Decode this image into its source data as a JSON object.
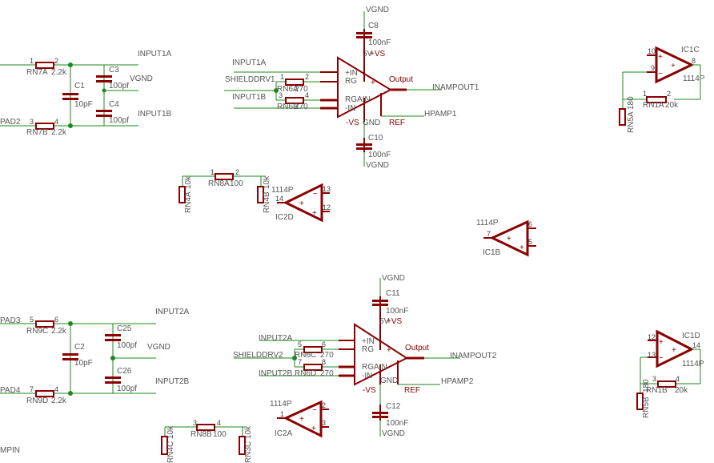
{
  "schematic": {
    "labels": {
      "input1a_left": "INPUT1A",
      "input1b_left": "INPUT1B",
      "vgnd_1": "VGND",
      "pad2": "PAD2",
      "c1": "C1",
      "c1v": "10pF",
      "c3": "C3",
      "c3v": "100pf",
      "c4": "C4",
      "c4v": "100pf",
      "rn7a": "RN7A",
      "rn7av": "2.2k",
      "rn7b": "RN7B",
      "rn7bv": "2.2k",
      "p1": "1",
      "p2": "2",
      "p3": "3",
      "p4": "4",
      "amp1_in1a": "INPUT1A",
      "amp1_shield": "SHIELDDRV1",
      "amp1_in1b": "INPUT1B",
      "rn6a": "RN6A",
      "rn6av": "270",
      "rn6b": "RN6B",
      "rn6bv": "270",
      "c8": "C8",
      "c8v": "100nF",
      "c10": "C10",
      "c10v": "100nF",
      "vgnd_c8": "VGND",
      "vgnd_c10": "VGND",
      "pwr1": "5V",
      "pvs1": "+VS",
      "nvs1": "-VS",
      "gnd1": "GND",
      "pin_in_p": "+IN",
      "pin_rg": "RG",
      "pin_rgain": "RGAIN",
      "pin_in_n": "-IN",
      "output1": "Output",
      "ref1": "REF",
      "inampout1": "INAMPOUT1",
      "hpamp1": "HPAMP1",
      "ic1c": "IC1C",
      "ic1c_part": "1114P",
      "pin10": "10",
      "pin9": "9",
      "pin8": "8",
      "rn1a": "RN1A",
      "rn1av": "20k",
      "rn5a": "RN5A",
      "rn5av": "180",
      "rn8a": "RN8A",
      "rn8av": "100",
      "rn4a": "RN4A",
      "rn4av": "10k",
      "rn4b": "RN4B",
      "rn4bv": "10k",
      "ic2d": "IC2D",
      "ic2d_part": "1114P",
      "pin14": "14",
      "pin13": "13",
      "pin12": "12",
      "ic1b": "IC1B",
      "ic1b_part": "1114P",
      "pin7": "7",
      "pin6": "6",
      "pin5": "5",
      "pad3": "PAD3",
      "pad4": "PAD4",
      "rn9c": "RN9C",
      "rn9cv": "2.2k",
      "rn9d": "RN9D",
      "rn9dv": "2.2k",
      "c2": "C2",
      "c2v": "10pF",
      "c25": "C25",
      "c25v": "100pf",
      "c26": "C26",
      "c26v": "100pf",
      "vgnd_2": "VGND",
      "input2a_right": "INPUT2A",
      "input2b_right": "INPUT2B",
      "amp2_in2a": "INPUT2A",
      "amp2_shield": "SHIELDDRV2",
      "amp2_in2b": "INPUT2B",
      "rn6c": "RN6C",
      "rn6cv": "270",
      "rn6d": "RN6D",
      "rn6dv": "270",
      "c11": "C11",
      "c11v": "100nF",
      "c12": "C12",
      "c12v": "100nF",
      "vgnd_c11": "VGND",
      "vgnd_c12": "VGND",
      "output2": "Output",
      "ref2": "REF",
      "inampout2": "INAMPOUT2",
      "hpamp2": "HPAMP2",
      "ic1d": "IC1D",
      "ic1d_part": "1114P",
      "rn1b": "RN1B",
      "rn1bv": "20k",
      "rn5b": "RN5B",
      "rn5bv": "180",
      "ic2a": "IC2A",
      "ic2a_part": "1114P",
      "pin1": "1",
      "rn8b": "RN8B",
      "rn8bv": "100",
      "rn4c": "RN4C",
      "rn4cv": "10k",
      "rn3c": "RN3C",
      "rn3cv": "10k",
      "mpin": "MPIN"
    },
    "colors": {
      "wire": "#1a8a1a",
      "symbol": "#8b0000",
      "text": "#555555",
      "background": "#ffffff"
    }
  }
}
